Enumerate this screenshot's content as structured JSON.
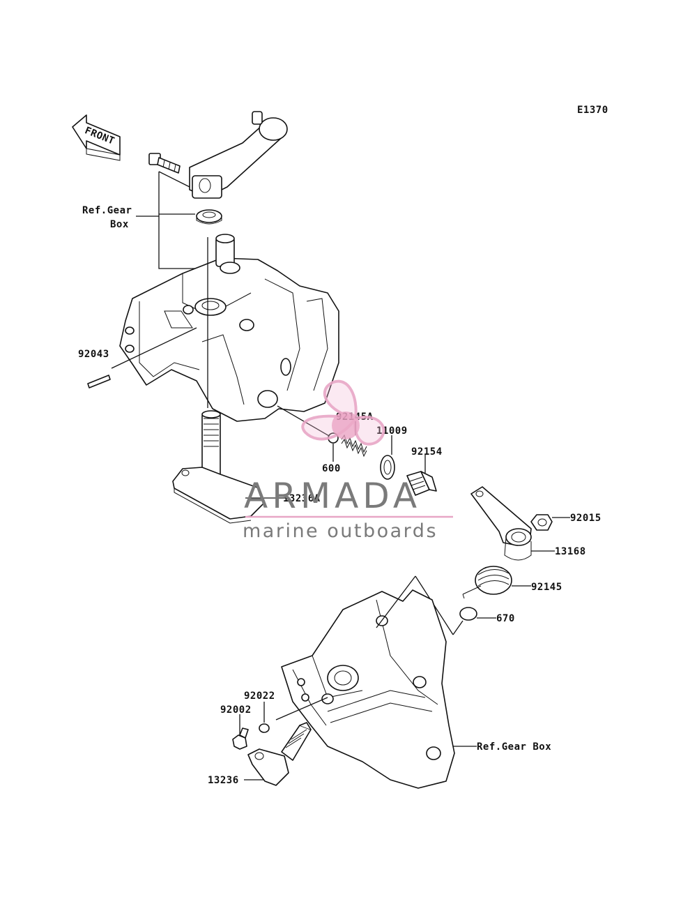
{
  "diagram": {
    "code": "E1370",
    "front_label": "FRONT",
    "labels": {
      "ref_gear_box_top_1": "Ref.Gear",
      "ref_gear_box_top_2": "Box",
      "p92043": "92043",
      "p92145A": "92145A",
      "p11009": "11009",
      "p92154": "92154",
      "p600": "600",
      "p13236A": "13236A",
      "p92015": "92015",
      "p13168": "13168",
      "p92145": "92145",
      "p670": "670",
      "p92022": "92022",
      "p92002": "92002",
      "p13236": "13236",
      "ref_gear_box_bottom": "Ref.Gear Box"
    }
  },
  "watermark": {
    "brand": "ARMADA",
    "tagline": "marine outboards",
    "colors": {
      "logo": "#e8a6c6",
      "logo_fill": "#f2b8d4",
      "text": "#7a7a7a",
      "rule": "#e8a6c6"
    }
  }
}
